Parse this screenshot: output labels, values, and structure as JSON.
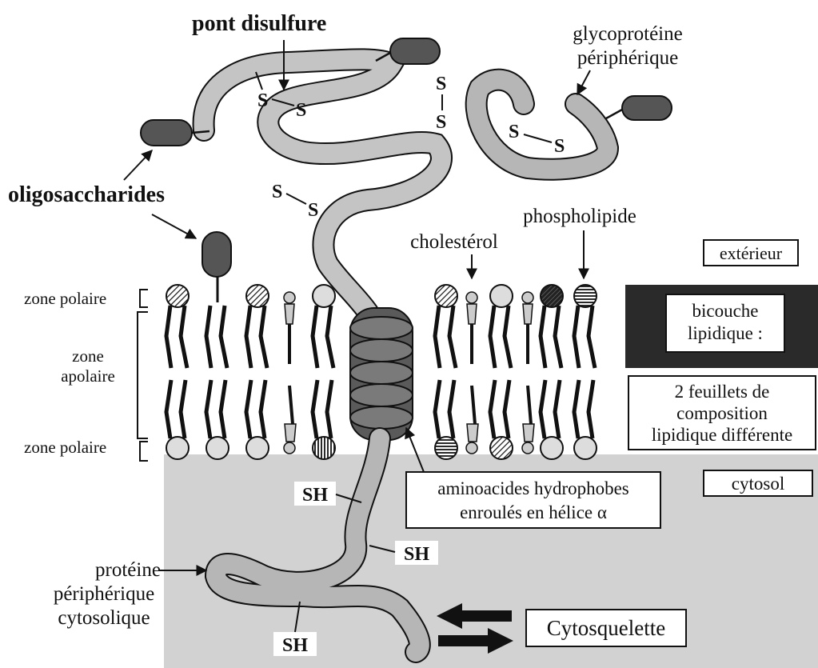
{
  "labels": {
    "pont_disulfure": "pont disulfure",
    "glycoproteine_1": "glycoprotéine",
    "glycoproteine_2": "périphérique",
    "oligosaccharides": "oligosaccharides",
    "cholesterol": "cholestérol",
    "phospholipide": "phospholipide",
    "exterieur": "extérieur",
    "bicouche_1": "bicouche",
    "bicouche_2": "lipidique :",
    "feuillets_1": "2 feuillets de",
    "feuillets_2": "composition",
    "feuillets_3": "lipidique différente",
    "cytosol": "cytosol",
    "zone_polaire_top": "zone polaire",
    "zone_apolaire_1": "zone",
    "zone_apolaire_2": "apolaire",
    "zone_polaire_bottom": "zone polaire",
    "aminoacides_1": "aminoacides hydrophobes",
    "aminoacides_2": "enroulés en hélice α",
    "proteine_1": "protéine",
    "proteine_2": "périphérique",
    "proteine_3": "cytosolique",
    "cytosquelette": "Cytosquelette",
    "sh": "SH",
    "s": "S"
  },
  "colors": {
    "cytosol": "#d2d2d2",
    "bilayer_dark": "#2a2a2a",
    "protein": "#bdbdbd",
    "helix": "#666666",
    "sugar": "#555555",
    "line": "#111111"
  }
}
